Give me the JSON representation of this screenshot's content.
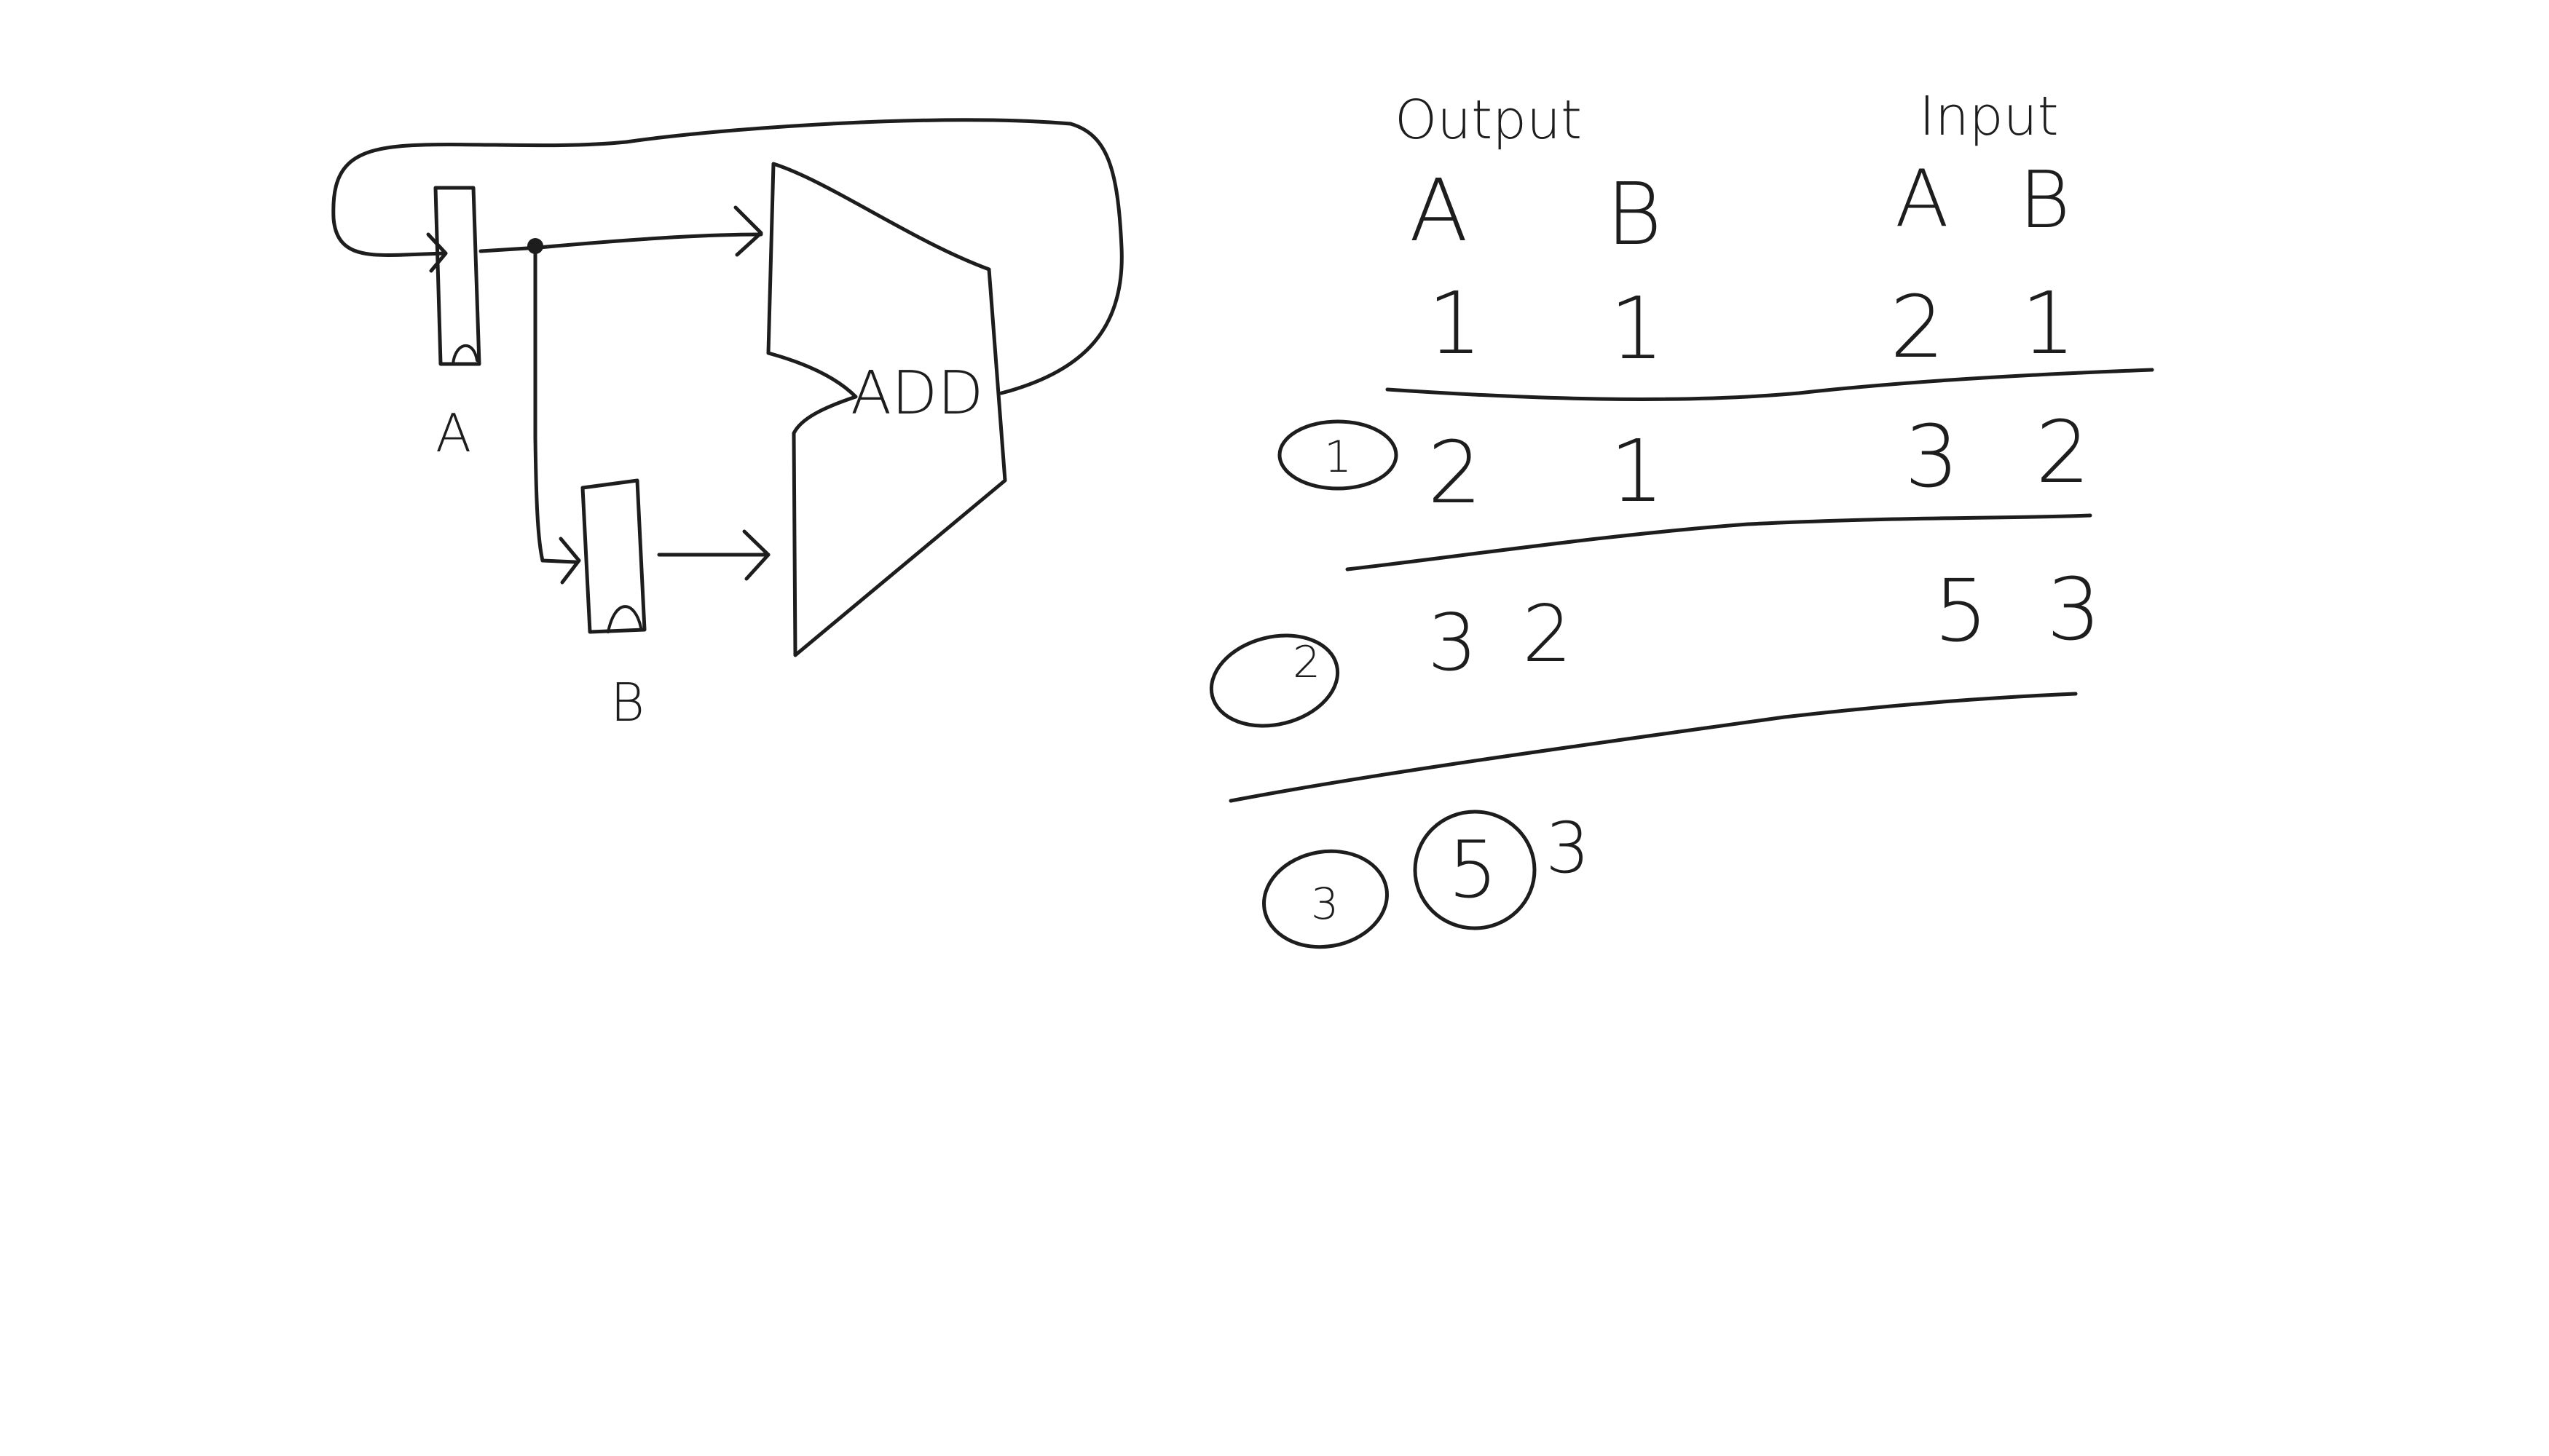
{
  "circuit": {
    "register_a_label": "A",
    "register_b_label": "B",
    "adder_label": "ADD"
  },
  "table": {
    "header_output": "Output",
    "header_input": "Input",
    "output_col_a": "A",
    "output_col_b": "B",
    "input_col_a": "A",
    "input_col_b": "B",
    "initial_row": {
      "out_a": "1",
      "out_b": "1",
      "in_a": "2",
      "in_b": "1"
    },
    "steps": [
      {
        "step": "1",
        "out_a": "2",
        "out_b": "1",
        "in_a": "3",
        "in_b": "2"
      },
      {
        "step": "2",
        "out_a": "3",
        "out_b": "2",
        "in_a": "5",
        "in_b": "3"
      },
      {
        "step": "3",
        "out_a": "5",
        "out_b": "3"
      }
    ]
  }
}
